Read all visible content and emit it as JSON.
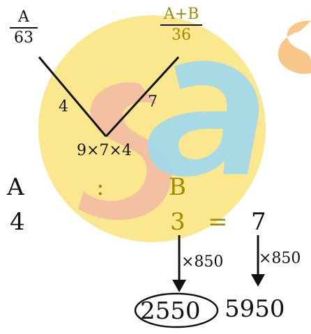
{
  "watermark": {
    "colors": {
      "circle": "#fbe88e",
      "s_letter": "#f2b8a6",
      "a_letter": "#9fd8ee",
      "corner_mark": "#f7c07a"
    }
  },
  "fraction_a": {
    "numerator": "A",
    "denominator": "63"
  },
  "fraction_ab": {
    "numerator": "A+B",
    "denominator": "36"
  },
  "v_diagram": {
    "left_weight": "4",
    "right_weight": "7",
    "product": "9×7×4"
  },
  "ratio": {
    "header_a": "A",
    "separator": ":",
    "header_b": "B",
    "value_a": "4",
    "value_b": "3",
    "equals": "=",
    "total": "7"
  },
  "arrows": {
    "multiplier_b": "×850",
    "multiplier_total": "×850"
  },
  "results": {
    "b_amount": "2550",
    "total_amount": "5950"
  }
}
